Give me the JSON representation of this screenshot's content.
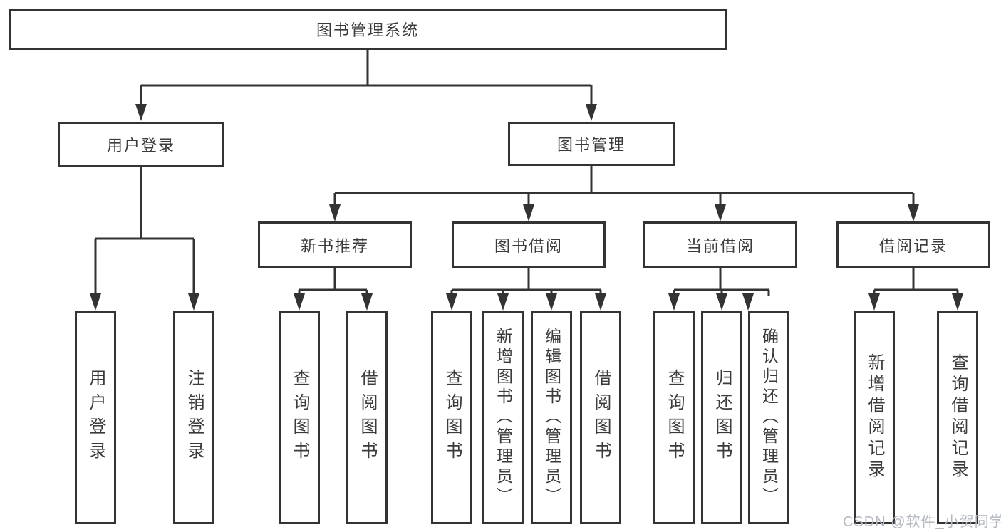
{
  "colors": {
    "line": "#333333",
    "text": "#3b3b3b",
    "box_bg": "#ffffff",
    "watermark": "#b4b8c0"
  },
  "root": {
    "label": "图书管理系统"
  },
  "level2": {
    "user_login": {
      "label": "用户登录"
    },
    "book_management": {
      "label": "图书管理"
    }
  },
  "level3": {
    "new_book_recommend": {
      "label": "新书推荐"
    },
    "book_borrow": {
      "label": "图书借阅"
    },
    "current_borrow": {
      "label": "当前借阅"
    },
    "borrow_records": {
      "label": "借阅记录"
    }
  },
  "leaves": {
    "user_login": {
      "label": "用户登录"
    },
    "logout": {
      "label": "注销登录"
    },
    "recommend_query_book": {
      "label": "查询图书"
    },
    "recommend_borrow_book": {
      "label": "借阅图书"
    },
    "borrow_query_book": {
      "label": "查询图书"
    },
    "borrow_add_book": {
      "label": "新增图书（管理员）"
    },
    "borrow_edit_book": {
      "label": "编辑图书（管理员）"
    },
    "borrow_borrow_book": {
      "label": "借阅图书"
    },
    "current_query_book": {
      "label": "查询图书"
    },
    "current_return_book": {
      "label": "归还图书"
    },
    "current_confirm_return": {
      "label": "确认归还（管理员）"
    },
    "records_add_record": {
      "label": "新增借阅记录"
    },
    "records_query_record": {
      "label": "查询借阅记录"
    }
  },
  "watermark": "CSDN @软件_小贺同学"
}
